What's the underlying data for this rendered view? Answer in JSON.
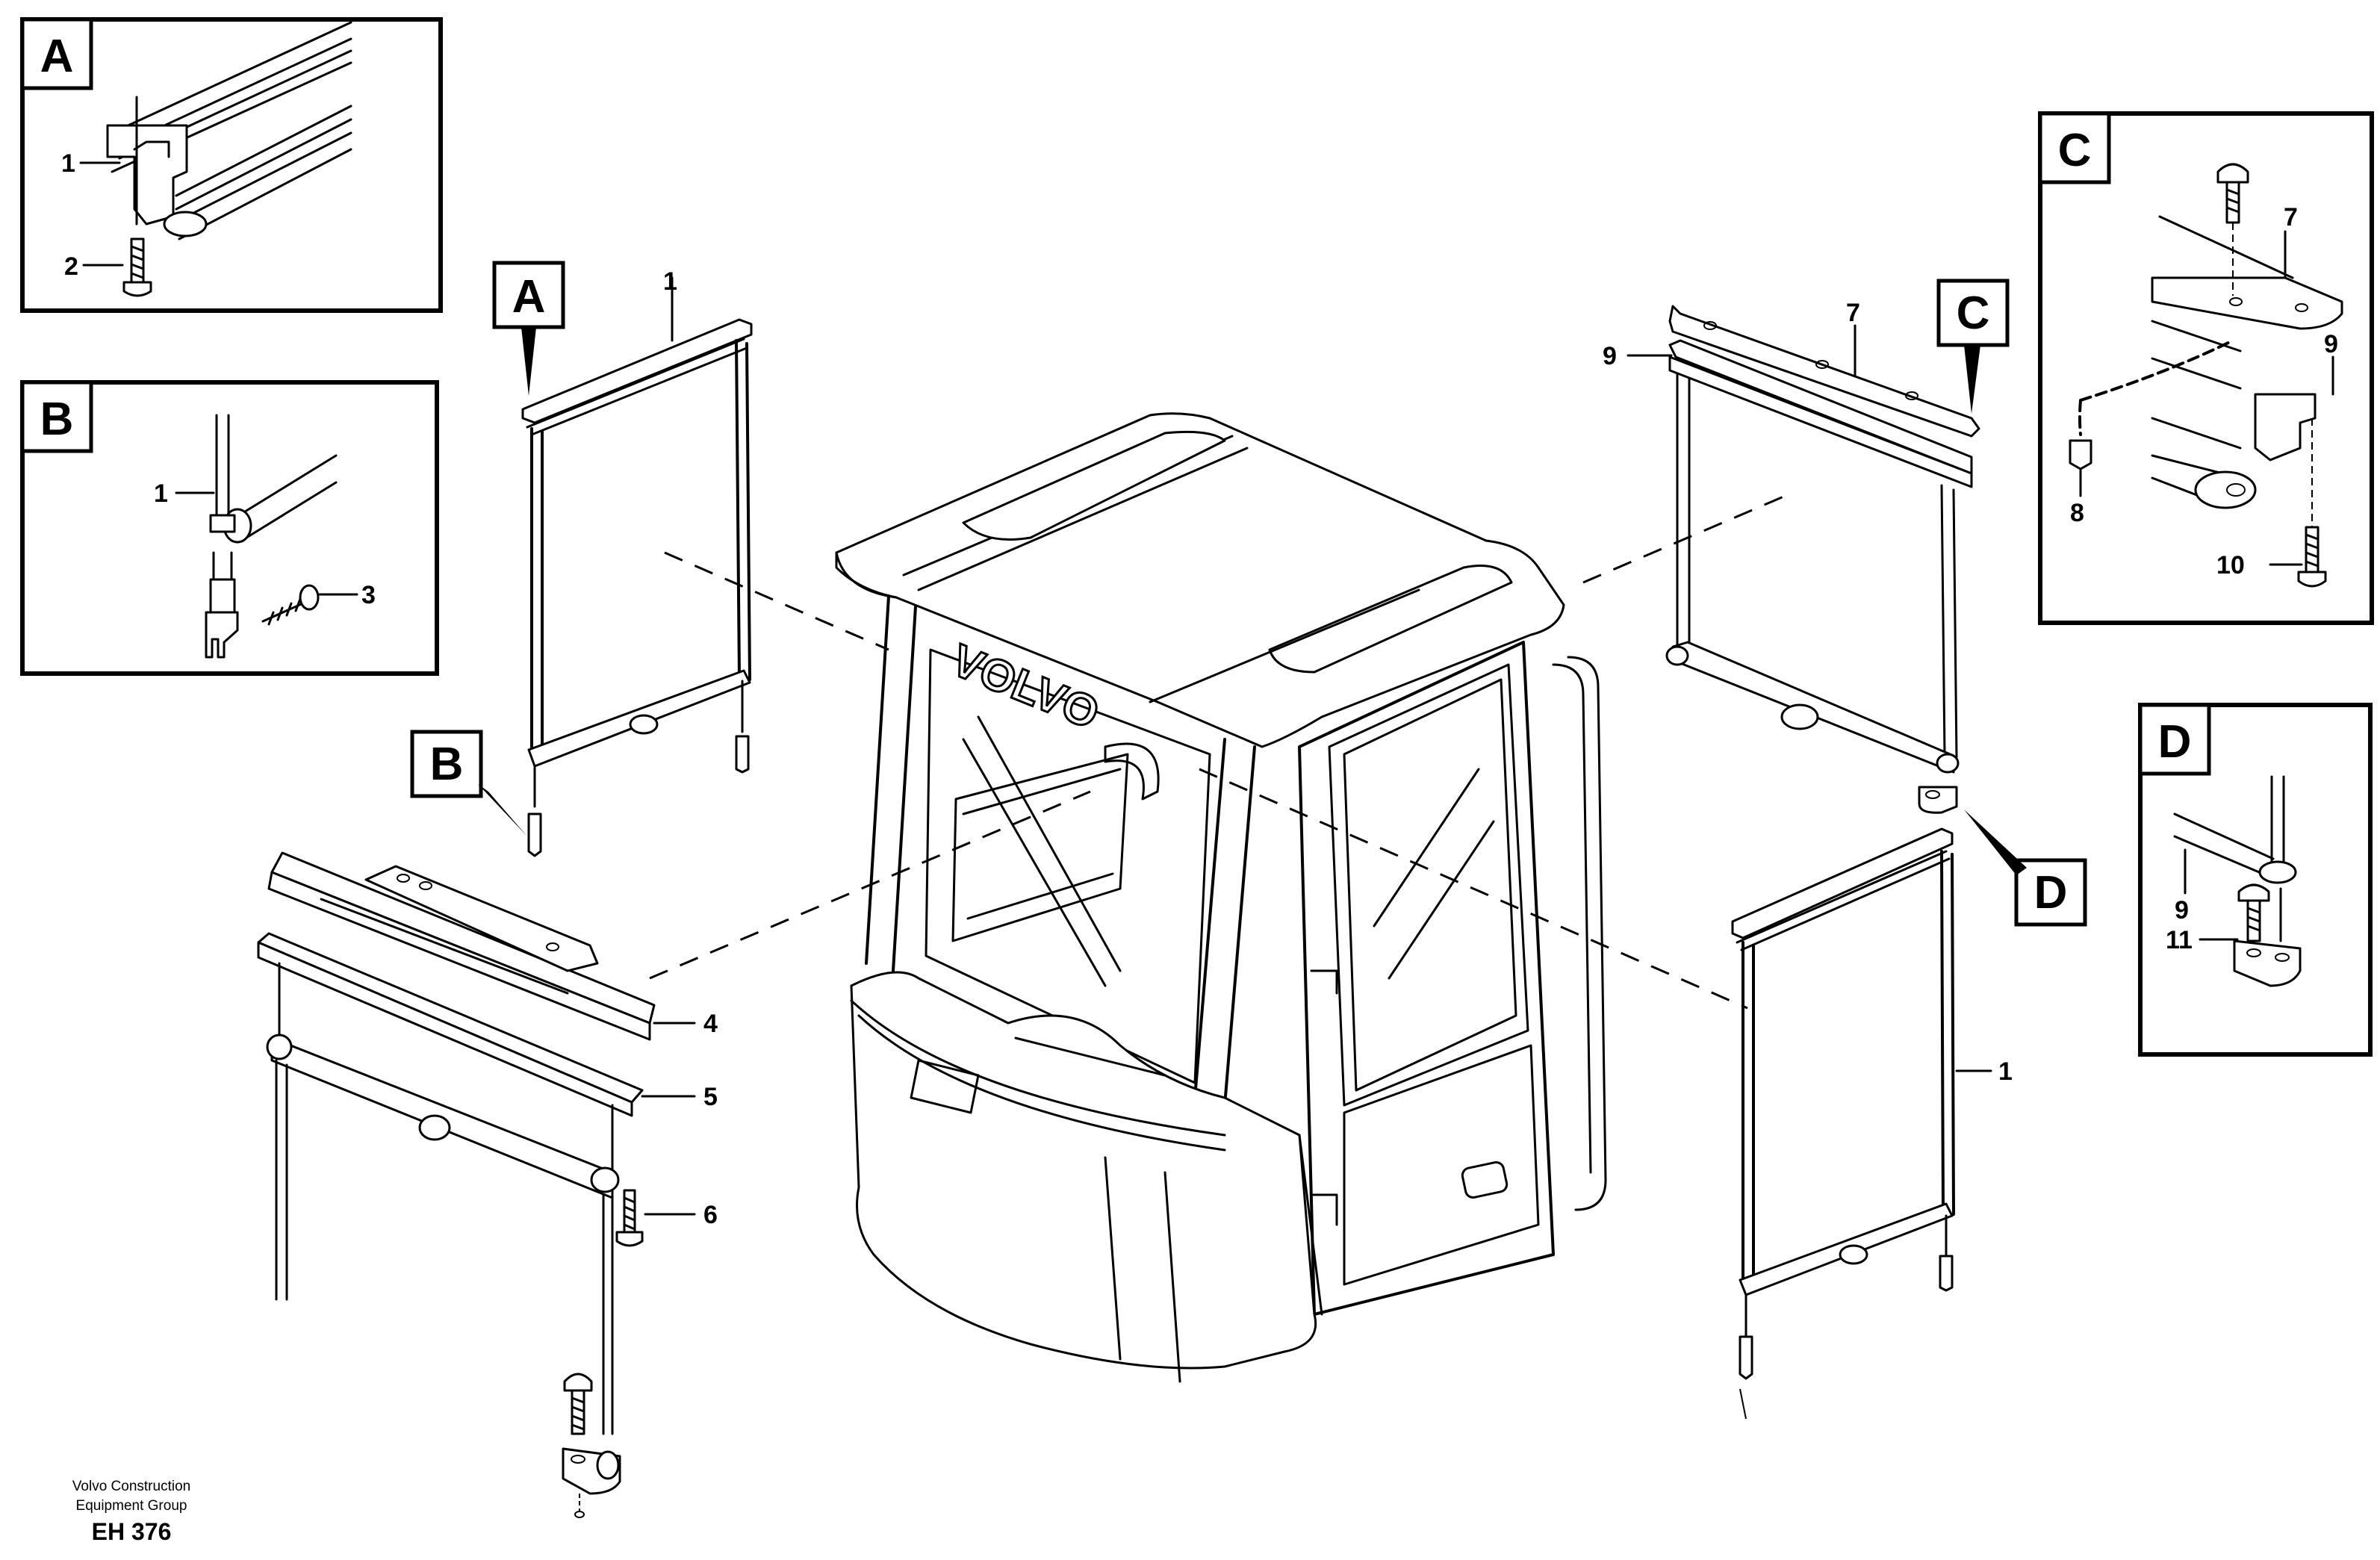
{
  "callouts": {
    "insetA": {
      "letter": "A",
      "n1": "1",
      "n2": "2"
    },
    "insetB": {
      "letter": "B",
      "n1": "1",
      "n3": "3"
    },
    "insetC": {
      "letter": "C",
      "n7": "7",
      "n9": "9",
      "n8": "8",
      "n10": "10"
    },
    "insetD": {
      "letter": "D",
      "n9": "9",
      "n11": "11"
    },
    "main": {
      "A": "A",
      "B": "B",
      "C": "C",
      "D": "D",
      "left_frame_1": "1",
      "n4": "4",
      "n5": "5",
      "n6": "6",
      "right_top_7": "7",
      "right_top_9": "9",
      "right_bottom_1": "1"
    }
  },
  "cab": {
    "brand": "VOLVO"
  },
  "footer": {
    "line1": "Volvo Construction",
    "line2": "Equipment Group",
    "code": "EH 376"
  },
  "colors": {
    "ink": "#000000",
    "paper": "#ffffff"
  }
}
